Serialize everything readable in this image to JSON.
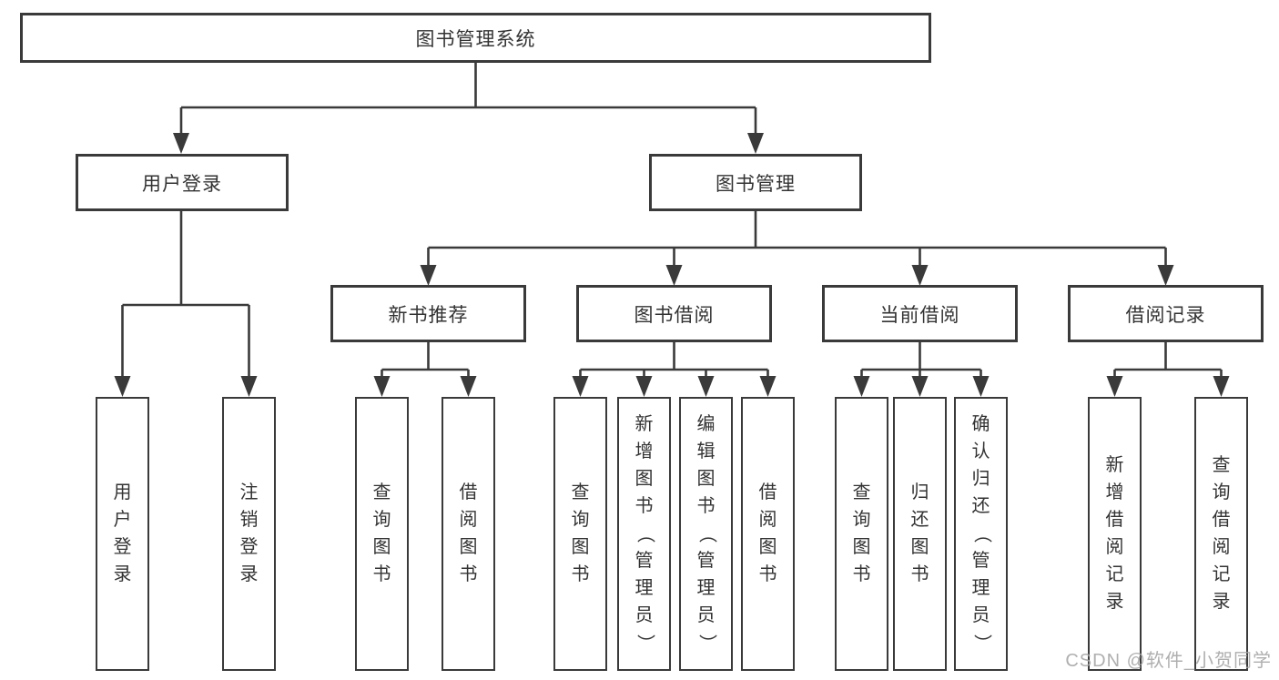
{
  "colors": {
    "background": "#ffffff",
    "line": "#3a3a3a",
    "box_border": "#3a3a3a",
    "text": "#333333",
    "watermark": "#a6a6a6"
  },
  "watermark": {
    "text": "CSDN @软件_小贺同学"
  },
  "nodes": {
    "root": {
      "label": "图书管理系统"
    },
    "level2": [
      {
        "label": "用户登录"
      },
      {
        "label": "图书管理"
      }
    ],
    "level3": [
      {
        "label": "新书推荐",
        "parent": "图书管理"
      },
      {
        "label": "图书借阅",
        "parent": "图书管理"
      },
      {
        "label": "当前借阅",
        "parent": "图书管理"
      },
      {
        "label": "借阅记录",
        "parent": "图书管理"
      }
    ],
    "leaves": [
      {
        "label": "用户登录",
        "parent": "用户登录"
      },
      {
        "label": "注销登录",
        "parent": "用户登录"
      },
      {
        "label": "查询图书",
        "parent": "新书推荐"
      },
      {
        "label": "借阅图书",
        "parent": "新书推荐"
      },
      {
        "label": "查询图书",
        "parent": "图书借阅"
      },
      {
        "label": "新增图书（管理员）",
        "parent": "图书借阅"
      },
      {
        "label": "编辑图书（管理员）",
        "parent": "图书借阅"
      },
      {
        "label": "借阅图书",
        "parent": "图书借阅"
      },
      {
        "label": "查询图书",
        "parent": "当前借阅"
      },
      {
        "label": "归还图书",
        "parent": "当前借阅"
      },
      {
        "label": "确认归还（管理员）",
        "parent": "当前借阅"
      },
      {
        "label": "新增借阅记录",
        "parent": "借阅记录"
      },
      {
        "label": "查询借阅记录",
        "parent": "借阅记录"
      }
    ]
  }
}
